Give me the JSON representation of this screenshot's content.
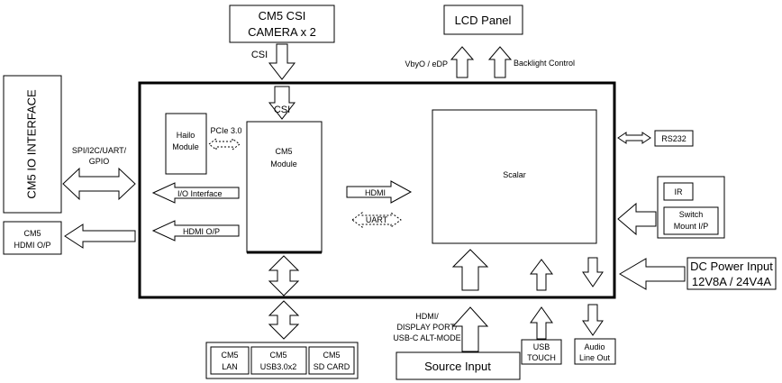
{
  "blocks": {
    "csi_camera": [
      "CM5 CSI",
      "CAMERA x 2"
    ],
    "lcd_panel": "LCD Panel",
    "io_interface": "CM5 IO INTERFACE",
    "hdmi_out": [
      "CM5",
      "HDMI O/P"
    ],
    "hailo": [
      "Hailo",
      "Module"
    ],
    "cm5_module": [
      "CM5",
      "Module"
    ],
    "scalar": "Scalar",
    "rs232": "RS232",
    "ir": "IR",
    "switch_mount": [
      "Switch",
      "Mount I/P"
    ],
    "dc_power": [
      "DC Power Input",
      "12V8A / 24V4A"
    ],
    "cm5_lan": [
      "CM5",
      "LAN"
    ],
    "cm5_usb": [
      "CM5",
      "USB3.0x2"
    ],
    "cm5_sd": [
      "CM5",
      "SD CARD"
    ],
    "source_input": "Source Input",
    "usb_touch": [
      "USB",
      "TOUCH"
    ],
    "audio_out": [
      "Audio",
      "Line Out"
    ]
  },
  "labels": {
    "csi_top": "CSI",
    "csi_inner": "CSI",
    "vbyo": "VbyO / eDP",
    "backlight": "Backlight Control",
    "spi": [
      "SPI/I2C/UART/",
      "GPIO"
    ],
    "pcie": "PCIe 3.0",
    "io_interface_arrow": "I/O Interface",
    "hdmi_op_arrow": "HDMI O/P",
    "hdmi_arrow": "HDMI",
    "uart_arrow": "UART",
    "source_signals": [
      "HDMI/",
      "DISPLAY PORT/",
      "USB-C ALT-MODE"
    ]
  }
}
